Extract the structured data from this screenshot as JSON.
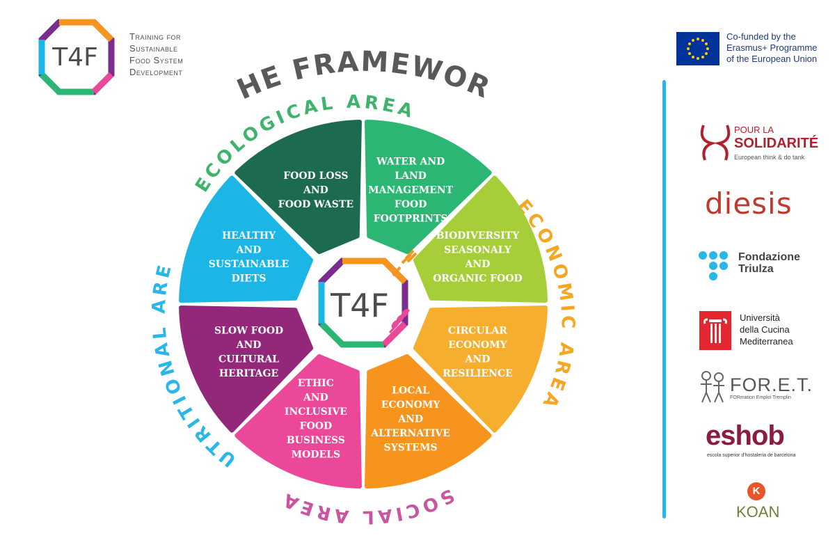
{
  "brand": {
    "logo_text": "T4F",
    "tagline_lines": [
      "Training for",
      "Sustainable",
      "Food System",
      "Development"
    ]
  },
  "framework": {
    "title": "THE FRAMEWORK",
    "center_logo_text": "T4F",
    "areas": {
      "ecological": "ECOLOGICAL AREA",
      "economic": "ECONOMIC AREA",
      "social": "SOCIAL AREA",
      "nutritional": "NUTRITIONAL AREA"
    },
    "segments": [
      {
        "lines": [
          "WATER AND",
          "LAND",
          "MANAGEMENT",
          "FOOD",
          "FOOTPRINTS"
        ],
        "color": "#2bb673"
      },
      {
        "lines": [
          "BIODIVERSITY",
          "SEASONALY",
          "AND",
          "ORGANIC FOOD"
        ],
        "color": "#a6ce39"
      },
      {
        "lines": [
          "CIRCULAR",
          "ECONOMY",
          "AND",
          "RESILIENCE"
        ],
        "color": "#f5ae2e"
      },
      {
        "lines": [
          "LOCAL",
          "ECONOMY",
          "AND",
          "ALTERNATIVE",
          "SYSTEMS"
        ],
        "color": "#f7941d"
      },
      {
        "lines": [
          "ETHIC",
          "AND",
          "INCLUSIVE",
          "FOOD",
          "BUSINESS",
          "MODELS"
        ],
        "color": "#ec4899"
      },
      {
        "lines": [
          "SLOW FOOD",
          "AND",
          "CULTURAL",
          "HERITAGE"
        ],
        "color": "#93287a"
      },
      {
        "lines": [
          "HEALTHY",
          "AND",
          "SUSTAINABLE",
          "DIETS"
        ],
        "color": "#1bb6e6"
      },
      {
        "lines": [
          "FOOD LOSS",
          "AND",
          "FOOD WASTE"
        ],
        "color": "#1c6b4f"
      }
    ],
    "area_colors": {
      "ecological": "#3db36b",
      "economic": "#f5a623",
      "social": "#c8559e",
      "nutritional": "#29b6e8"
    }
  },
  "eu": {
    "lines": [
      "Co-funded by the",
      "Erasmus+ Programme",
      "of the European Union"
    ]
  },
  "partners": {
    "p1": {
      "name1": "POUR LA",
      "name2": "SOLIDARITÉ",
      "sub": "European think & do tank"
    },
    "p2": {
      "name": "diesis"
    },
    "p3": {
      "name1": "Fondazione",
      "name2": "Triulza"
    },
    "p4": {
      "name1": "Università",
      "name2": "della Cucina",
      "name3": "Mediterranea"
    },
    "p5": {
      "name": "FOR.E.T.",
      "sub": "FORmation Emploi Tremplin"
    },
    "p6": {
      "name": "eshob",
      "sub": "escola superior d'hostaleria de barcelona"
    },
    "p7": {
      "initial": "K",
      "name": "KOAN"
    }
  }
}
